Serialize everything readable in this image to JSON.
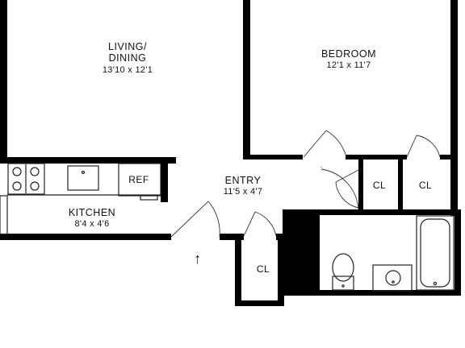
{
  "rooms": {
    "living": {
      "name_line1": "LIVING/",
      "name_line2": "DINING",
      "dims": "13'10 x 12'1"
    },
    "bedroom": {
      "name": "BEDROOM",
      "dims": "12'1 x 11'7"
    },
    "entry": {
      "name": "ENTRY",
      "dims": "11'5 x 4'7"
    },
    "kitchen": {
      "name": "KITCHEN",
      "dims": "8'4 x 4'6"
    }
  },
  "closets": {
    "closet_1": "CL",
    "closet_2": "CL",
    "closet_3": "CL"
  },
  "appliances": {
    "refrigerator": "REF"
  },
  "entrance_arrow": "↑"
}
